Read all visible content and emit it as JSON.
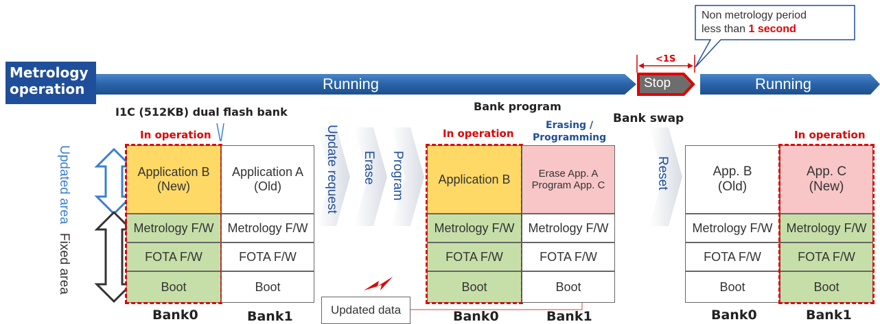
{
  "timeline": {
    "label_line1": "Metrology",
    "label_line2": "operation",
    "running_left": "Running",
    "stop": "Stop",
    "running_right": "Running",
    "interval": "<1S"
  },
  "callout": {
    "line1": "Non metrology period",
    "line2_prefix": "less than ",
    "line2_emph": "1 second"
  },
  "headers": {
    "dual_flash": "I1C (512KB) dual flash bank",
    "bank_program": "Bank program",
    "bank_swap": "Bank swap"
  },
  "side_labels": {
    "updated_area": "Updated area",
    "fixed_area": "Fixed area"
  },
  "steps": {
    "update_request": "Update request",
    "erase": "Erase",
    "program": "Program",
    "reset": "Reset"
  },
  "status": {
    "in_operation_1": "In operation",
    "in_operation_2": "In operation",
    "in_operation_3": "In operation",
    "erasing_line1": "Erasing /",
    "erasing_line2": "Programming"
  },
  "updated_data": "Updated data",
  "group1": {
    "bank0": {
      "name": "Bank0",
      "app_line1": "Application B",
      "app_line2": "(New)",
      "metrology": "Metrology F/W",
      "fota": "FOTA F/W",
      "boot": "Boot"
    },
    "bank1": {
      "name": "Bank1",
      "app_line1": "Application A",
      "app_line2": "(Old)",
      "metrology": "Metrology F/W",
      "fota": "FOTA F/W",
      "boot": "Boot"
    }
  },
  "group2": {
    "bank0": {
      "name": "Bank0",
      "app_line1": "Application B",
      "metrology": "Metrology F/W",
      "fota": "FOTA F/W",
      "boot": "Boot"
    },
    "bank1": {
      "name": "Bank1",
      "app_line1": "Erase App. A",
      "app_line2": "Program App. C",
      "metrology": "Metrology F/W",
      "fota": "FOTA F/W",
      "boot": "Boot"
    }
  },
  "group3": {
    "bank0": {
      "name": "Bank0",
      "app_line1": "App. B",
      "app_line2": "(Old)",
      "metrology": "Metrology F/W",
      "fota": "FOTA F/W",
      "boot": "Boot"
    },
    "bank1": {
      "name": "Bank1",
      "app_line1": "App. C",
      "app_line2": "(New)",
      "metrology": "Metrology F/W",
      "fota": "FOTA F/W",
      "boot": "Boot"
    }
  },
  "colors": {
    "timeline_blue": "#1f4e9a",
    "stop_gray": "#6d6d6d",
    "operation_red": "#e00000",
    "new_app_yellow": "#ffd966",
    "fixed_green": "#c6dfa8",
    "programming_pink": "#f8c6c6"
  }
}
